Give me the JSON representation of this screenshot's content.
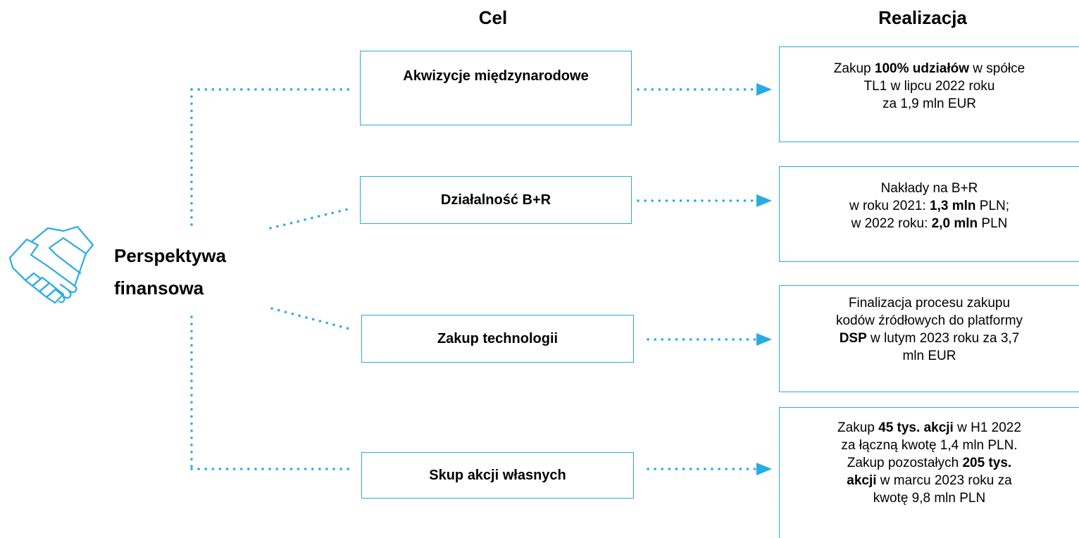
{
  "headers": {
    "goal": "Cel",
    "result": "Realizacja"
  },
  "perspective": {
    "line1": "Perspektywa",
    "line2": "finansowa",
    "icon": "handshake-icon"
  },
  "goals": [
    {
      "label": "Akwizycje międzynarodowe"
    },
    {
      "label": "Działalność B+R"
    },
    {
      "label": "Zakup technologii"
    },
    {
      "label": "Skup akcji własnych"
    }
  ],
  "results": [
    {
      "lines": [
        [
          {
            "t": "Zakup "
          },
          {
            "t": "100% udziałów",
            "b": true
          },
          {
            "t": " w spółce"
          }
        ],
        [
          {
            "t": "TL1 w lipcu 2022 roku"
          }
        ],
        [
          {
            "t": "za 1,9 mln EUR"
          }
        ]
      ]
    },
    {
      "lines": [
        [
          {
            "t": "Nakłady na B+R"
          }
        ],
        [
          {
            "t": "w roku 2021: "
          },
          {
            "t": "1,3 mln",
            "b": true
          },
          {
            "t": " PLN;"
          }
        ],
        [
          {
            "t": "w 2022 roku: "
          },
          {
            "t": "2,0 mln",
            "b": true
          },
          {
            "t": " PLN"
          }
        ]
      ]
    },
    {
      "lines": [
        [
          {
            "t": "Finalizacja procesu zakupu"
          }
        ],
        [
          {
            "t": "kodów źródłowych do platformy"
          }
        ],
        [
          {
            "t": "DSP",
            "b": true
          },
          {
            "t": " w lutym 2023 roku za 3,7"
          }
        ],
        [
          {
            "t": "mln EUR"
          }
        ]
      ]
    },
    {
      "lines": [
        [
          {
            "t": "Zakup "
          },
          {
            "t": "45 tys. akcji",
            "b": true
          },
          {
            "t": " w H1 2022"
          }
        ],
        [
          {
            "t": "za łączną kwotę 1,4 mln PLN."
          }
        ],
        [
          {
            "t": "Zakup pozostałych "
          },
          {
            "t": "205 tys.",
            "b": true
          }
        ],
        [
          {
            "t": "akcji",
            "b": true
          },
          {
            "t": " w marcu 2023 roku za"
          }
        ],
        [
          {
            "t": "kwotę 9,8 mln PLN"
          }
        ]
      ]
    }
  ],
  "colors": {
    "accent": "#29abe2"
  }
}
